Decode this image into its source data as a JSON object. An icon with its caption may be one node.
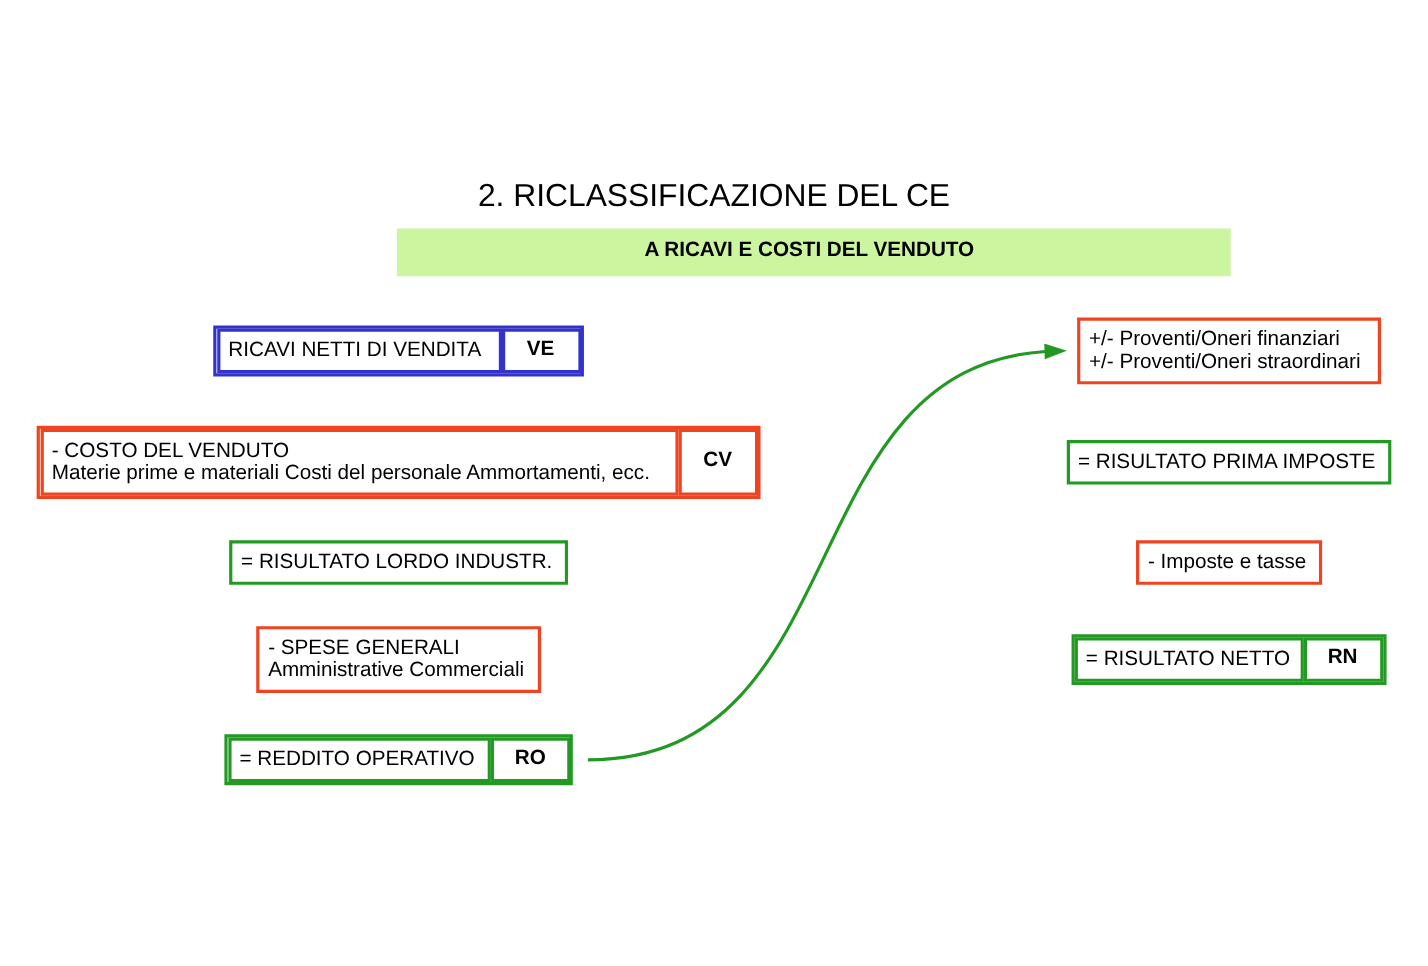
{
  "diagram": {
    "title": "2. RICLASSIFICAZIONE DEL CE",
    "nodes": [
      {
        "text": [
          "A RICAVI E COSTI DEL VENDUTO"
        ]
      },
      {
        "text": [
          "RICAVI NETTI DI VENDITA",
          "VE"
        ]
      },
      {
        "text": [
          "- COSTO DEL VENDUTO",
          "Materie prime e materiali Costi del personale Ammortamenti, ecc.",
          "CV"
        ]
      },
      {
        "text": [
          "= RISULTATO LORDO INDUSTR."
        ]
      },
      {
        "text": [
          "- SPESE GENERALI",
          "Amministrative Commerciali"
        ]
      },
      {
        "text": [
          "= REDDITO OPERATIVO",
          "RO"
        ]
      },
      {
        "text": [
          "+/- Proventi/Oneri finanziari",
          "+/- Proventi/Oneri straordinari"
        ]
      },
      {
        "text": [
          "= RISULTATO PRIMA IMPOSTE"
        ]
      },
      {
        "text": [
          "- Imposte e tasse"
        ]
      },
      {
        "text": [
          "= RISULTATO NETTO",
          "RN"
        ]
      }
    ],
    "edges": [
      {
        "from": 5,
        "to": 6,
        "arrow": "to"
      }
    ]
  }
}
